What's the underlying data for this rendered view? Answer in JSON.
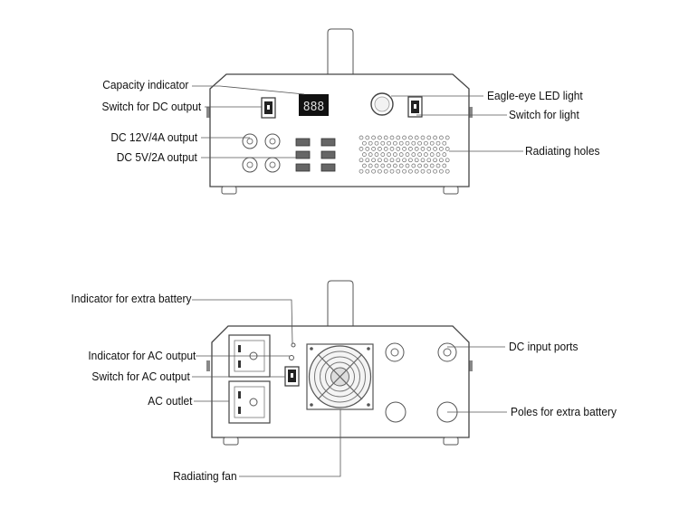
{
  "front_view": {
    "labels": {
      "capacity_indicator": "Capacity indicator",
      "switch_dc_output": "Switch for DC output",
      "dc_12v_output": "DC 12V/4A output",
      "dc_5v_output": "DC 5V/2A output",
      "eagle_eye_led": "Eagle-eye LED light",
      "switch_light": "Switch for light",
      "radiating_holes": "Radiating holes"
    },
    "display_digits": "888"
  },
  "back_view": {
    "labels": {
      "indicator_extra_battery": "Indicator for extra battery",
      "indicator_ac_output": "Indicator for AC output",
      "switch_ac_output": "Switch for AC output",
      "ac_outlet": "AC outlet",
      "radiating_fan": "Radiating fan",
      "dc_input_ports": "DC input ports",
      "poles_extra_battery": "Poles for extra battery"
    }
  }
}
